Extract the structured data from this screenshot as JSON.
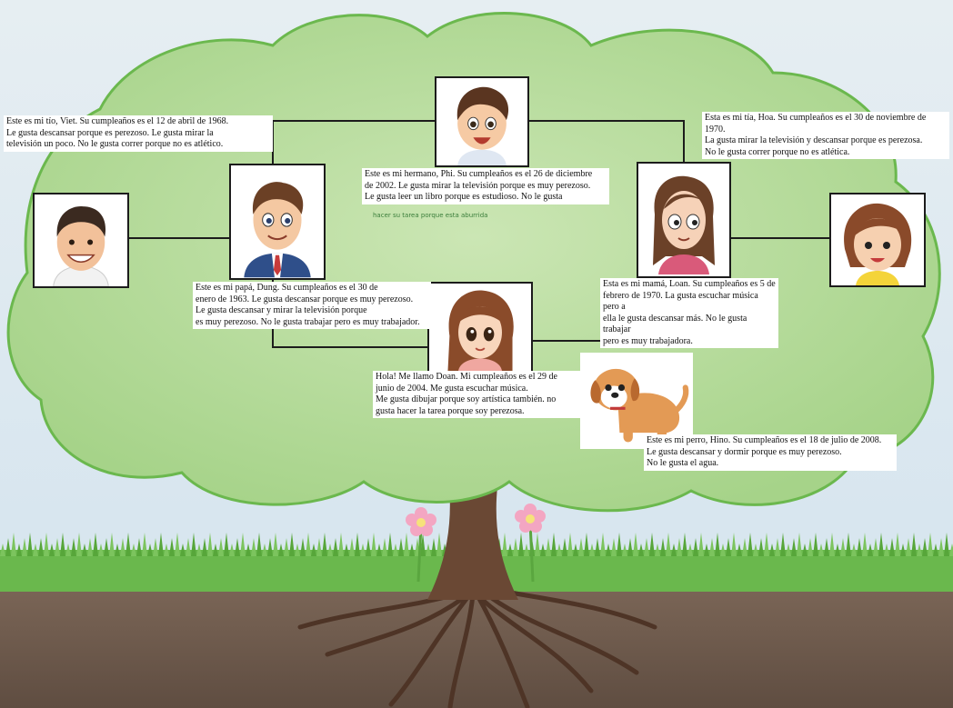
{
  "title": "",
  "colors": {
    "sky": "#dfe9ee",
    "canopy_fill": "#b3d79a",
    "canopy_edge": "#6bb84e",
    "grass": "#5fb043",
    "soil": "#6e5a4c",
    "trunk": "#6a4834",
    "flower": "#f3a6c2",
    "connector": "#1c1c1c"
  },
  "members": {
    "uncle": {
      "icon": "man-smiling-portrait-icon",
      "caption": "Este es mi tío, Viet. Su cumpleaños es el 12 de abril de 1968.\nLe gusta descansar porque es perezoso. Le gusta mirar la\ntelevisión un poco. No le gusta correr porque no es atlético."
    },
    "father": {
      "icon": "man-with-tie-portrait-icon",
      "caption": "Este es mi papá, Dung. Su cumpleaños es el 30 de\nenero de 1963. Le gusta descansar porque es muy perezoso.\nLe gusta descansar y mirar la televisión porque\nes muy perezoso. No le gusta trabajar pero es muy trabajador."
    },
    "brother": {
      "icon": "boy-portrait-icon",
      "caption": "Este es mi hermano, Phi. Su cumpleaños es el 26 de diciembre\nde 2002. Le gusta mirar la televisión porque es muy perezoso.\nLe gusta leer un libro porque es estudioso. No le gusta",
      "handwritten_note": "hacer su tarea porque esta aburrida"
    },
    "mother": {
      "icon": "woman-portrait-icon",
      "caption": "Esta es mi mamá, Loan. Su cumpleaños es 5 de\nfebrero de 1970. La gusta escuchar música pero a\nella le gusta descansar más. No le gusta trabajar\npero es muy trabajadora."
    },
    "aunt": {
      "icon": "woman-short-hair-portrait-icon",
      "caption": "Esta es mi tía, Hoa. Su cumpleaños es el 30 de noviembre de 1970.\nLa gusta mirar la televisión y descansar porque es perezosa.\nNo le gusta correr porque no es atlética."
    },
    "self": {
      "icon": "girl-portrait-icon",
      "caption": "Hola! Me llamo Doan. Mi cumpleaños es el 29 de\njunio de 2004. Me gusta escuchar música.\nMe gusta dibujar porque soy artística también. no\ngusta hacer la tarea porque soy perezosa."
    },
    "dog": {
      "icon": "puppy-icon",
      "caption": "Este es mi perro, Hino. Su cumpleaños es el 18 de julio de 2008.\nLe gusta descansar y dormir porque es muy perezoso.\nNo le gusta el agua."
    }
  }
}
